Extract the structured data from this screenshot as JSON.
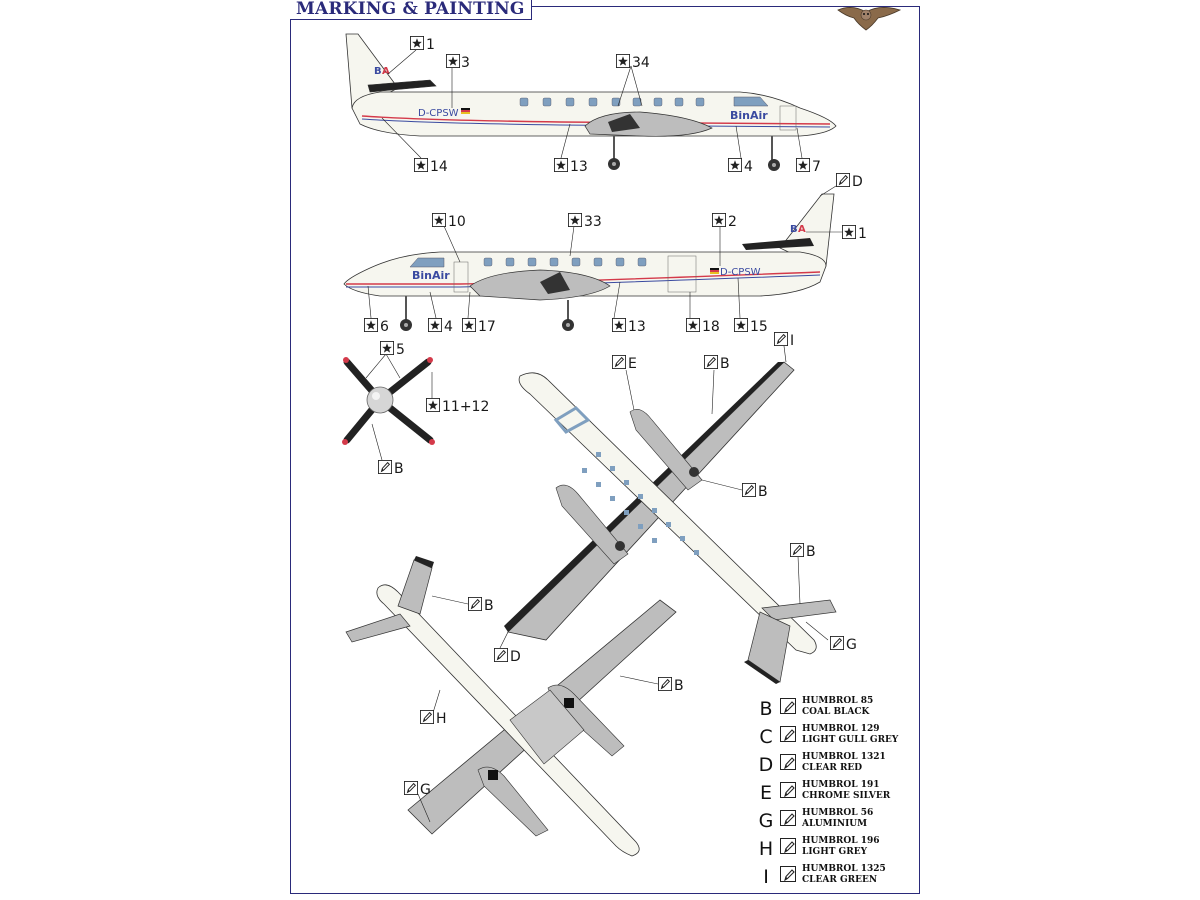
{
  "title": "MARKING & PAINTING",
  "side_view_1": {
    "registration": "D-CPSW",
    "logo": "BinAir",
    "callouts": [
      {
        "id": "c-1",
        "type": "decal",
        "label": "1"
      },
      {
        "id": "c-3",
        "type": "decal",
        "label": "3"
      },
      {
        "id": "c-34",
        "type": "decal",
        "label": "34"
      },
      {
        "id": "c-14",
        "type": "decal",
        "label": "14"
      },
      {
        "id": "c-13",
        "type": "decal",
        "label": "13"
      },
      {
        "id": "c-4",
        "type": "decal",
        "label": "4"
      },
      {
        "id": "c-7",
        "type": "decal",
        "label": "7"
      }
    ]
  },
  "side_view_2": {
    "registration": "D-CPSW",
    "logo": "BinAir",
    "callouts": [
      {
        "id": "c-d",
        "type": "paint",
        "label": "D"
      },
      {
        "id": "c-10",
        "type": "decal",
        "label": "10"
      },
      {
        "id": "c-33",
        "type": "decal",
        "label": "33"
      },
      {
        "id": "c-2",
        "type": "decal",
        "label": "2"
      },
      {
        "id": "c-1b",
        "type": "decal",
        "label": "1"
      },
      {
        "id": "c-6",
        "type": "decal",
        "label": "6"
      },
      {
        "id": "c-4b",
        "type": "decal",
        "label": "4"
      },
      {
        "id": "c-17",
        "type": "decal",
        "label": "17"
      },
      {
        "id": "c-13b",
        "type": "decal",
        "label": "13"
      },
      {
        "id": "c-18",
        "type": "decal",
        "label": "18"
      },
      {
        "id": "c-15",
        "type": "decal",
        "label": "15"
      }
    ]
  },
  "propeller": {
    "callouts": [
      {
        "id": "p-5",
        "type": "decal",
        "label": "5"
      },
      {
        "id": "p-11",
        "type": "decal",
        "label": "11+12"
      },
      {
        "id": "p-b",
        "type": "paint",
        "label": "B"
      }
    ]
  },
  "top_view": {
    "callouts": [
      {
        "id": "t-e",
        "type": "paint",
        "label": "E"
      },
      {
        "id": "t-b1",
        "type": "paint",
        "label": "B"
      },
      {
        "id": "t-i",
        "type": "paint",
        "label": "I"
      },
      {
        "id": "t-b2",
        "type": "paint",
        "label": "B"
      },
      {
        "id": "t-b3",
        "type": "paint",
        "label": "B"
      },
      {
        "id": "t-g",
        "type": "paint",
        "label": "G"
      }
    ]
  },
  "bottom_view": {
    "callouts": [
      {
        "id": "u-b1",
        "type": "paint",
        "label": "B"
      },
      {
        "id": "u-d",
        "type": "paint",
        "label": "D"
      },
      {
        "id": "u-b2",
        "type": "paint",
        "label": "B"
      },
      {
        "id": "u-h",
        "type": "paint",
        "label": "H"
      },
      {
        "id": "u-g",
        "type": "paint",
        "label": "G"
      }
    ]
  },
  "legend": [
    {
      "letter": "B",
      "line1": "HUMBROL 85",
      "line2": "COAL BLACK"
    },
    {
      "letter": "C",
      "line1": "HUMBROL 129",
      "line2": "LIGHT GULL GREY"
    },
    {
      "letter": "D",
      "line1": "HUMBROL 1321",
      "line2": "CLEAR RED"
    },
    {
      "letter": "E",
      "line1": "HUMBROL 191",
      "line2": "CHROME SILVER"
    },
    {
      "letter": "G",
      "line1": "HUMBROL 56",
      "line2": "ALUMINIUM"
    },
    {
      "letter": "H",
      "line1": "HUMBROL 196",
      "line2": "LIGHT GREY"
    },
    {
      "letter": "I",
      "line1": "HUMBROL 1325",
      "line2": "CLEAR GREEN"
    }
  ],
  "colors": {
    "frame": "#2a2a7a",
    "fuselage": "#f6f6ef",
    "window": "#7f9fbf",
    "cheat_line_red": "#d43a4a",
    "cheat_line_blue": "#3a4aa0",
    "wing_grey": "#bdbdbd",
    "black": "#1a1a1a"
  }
}
